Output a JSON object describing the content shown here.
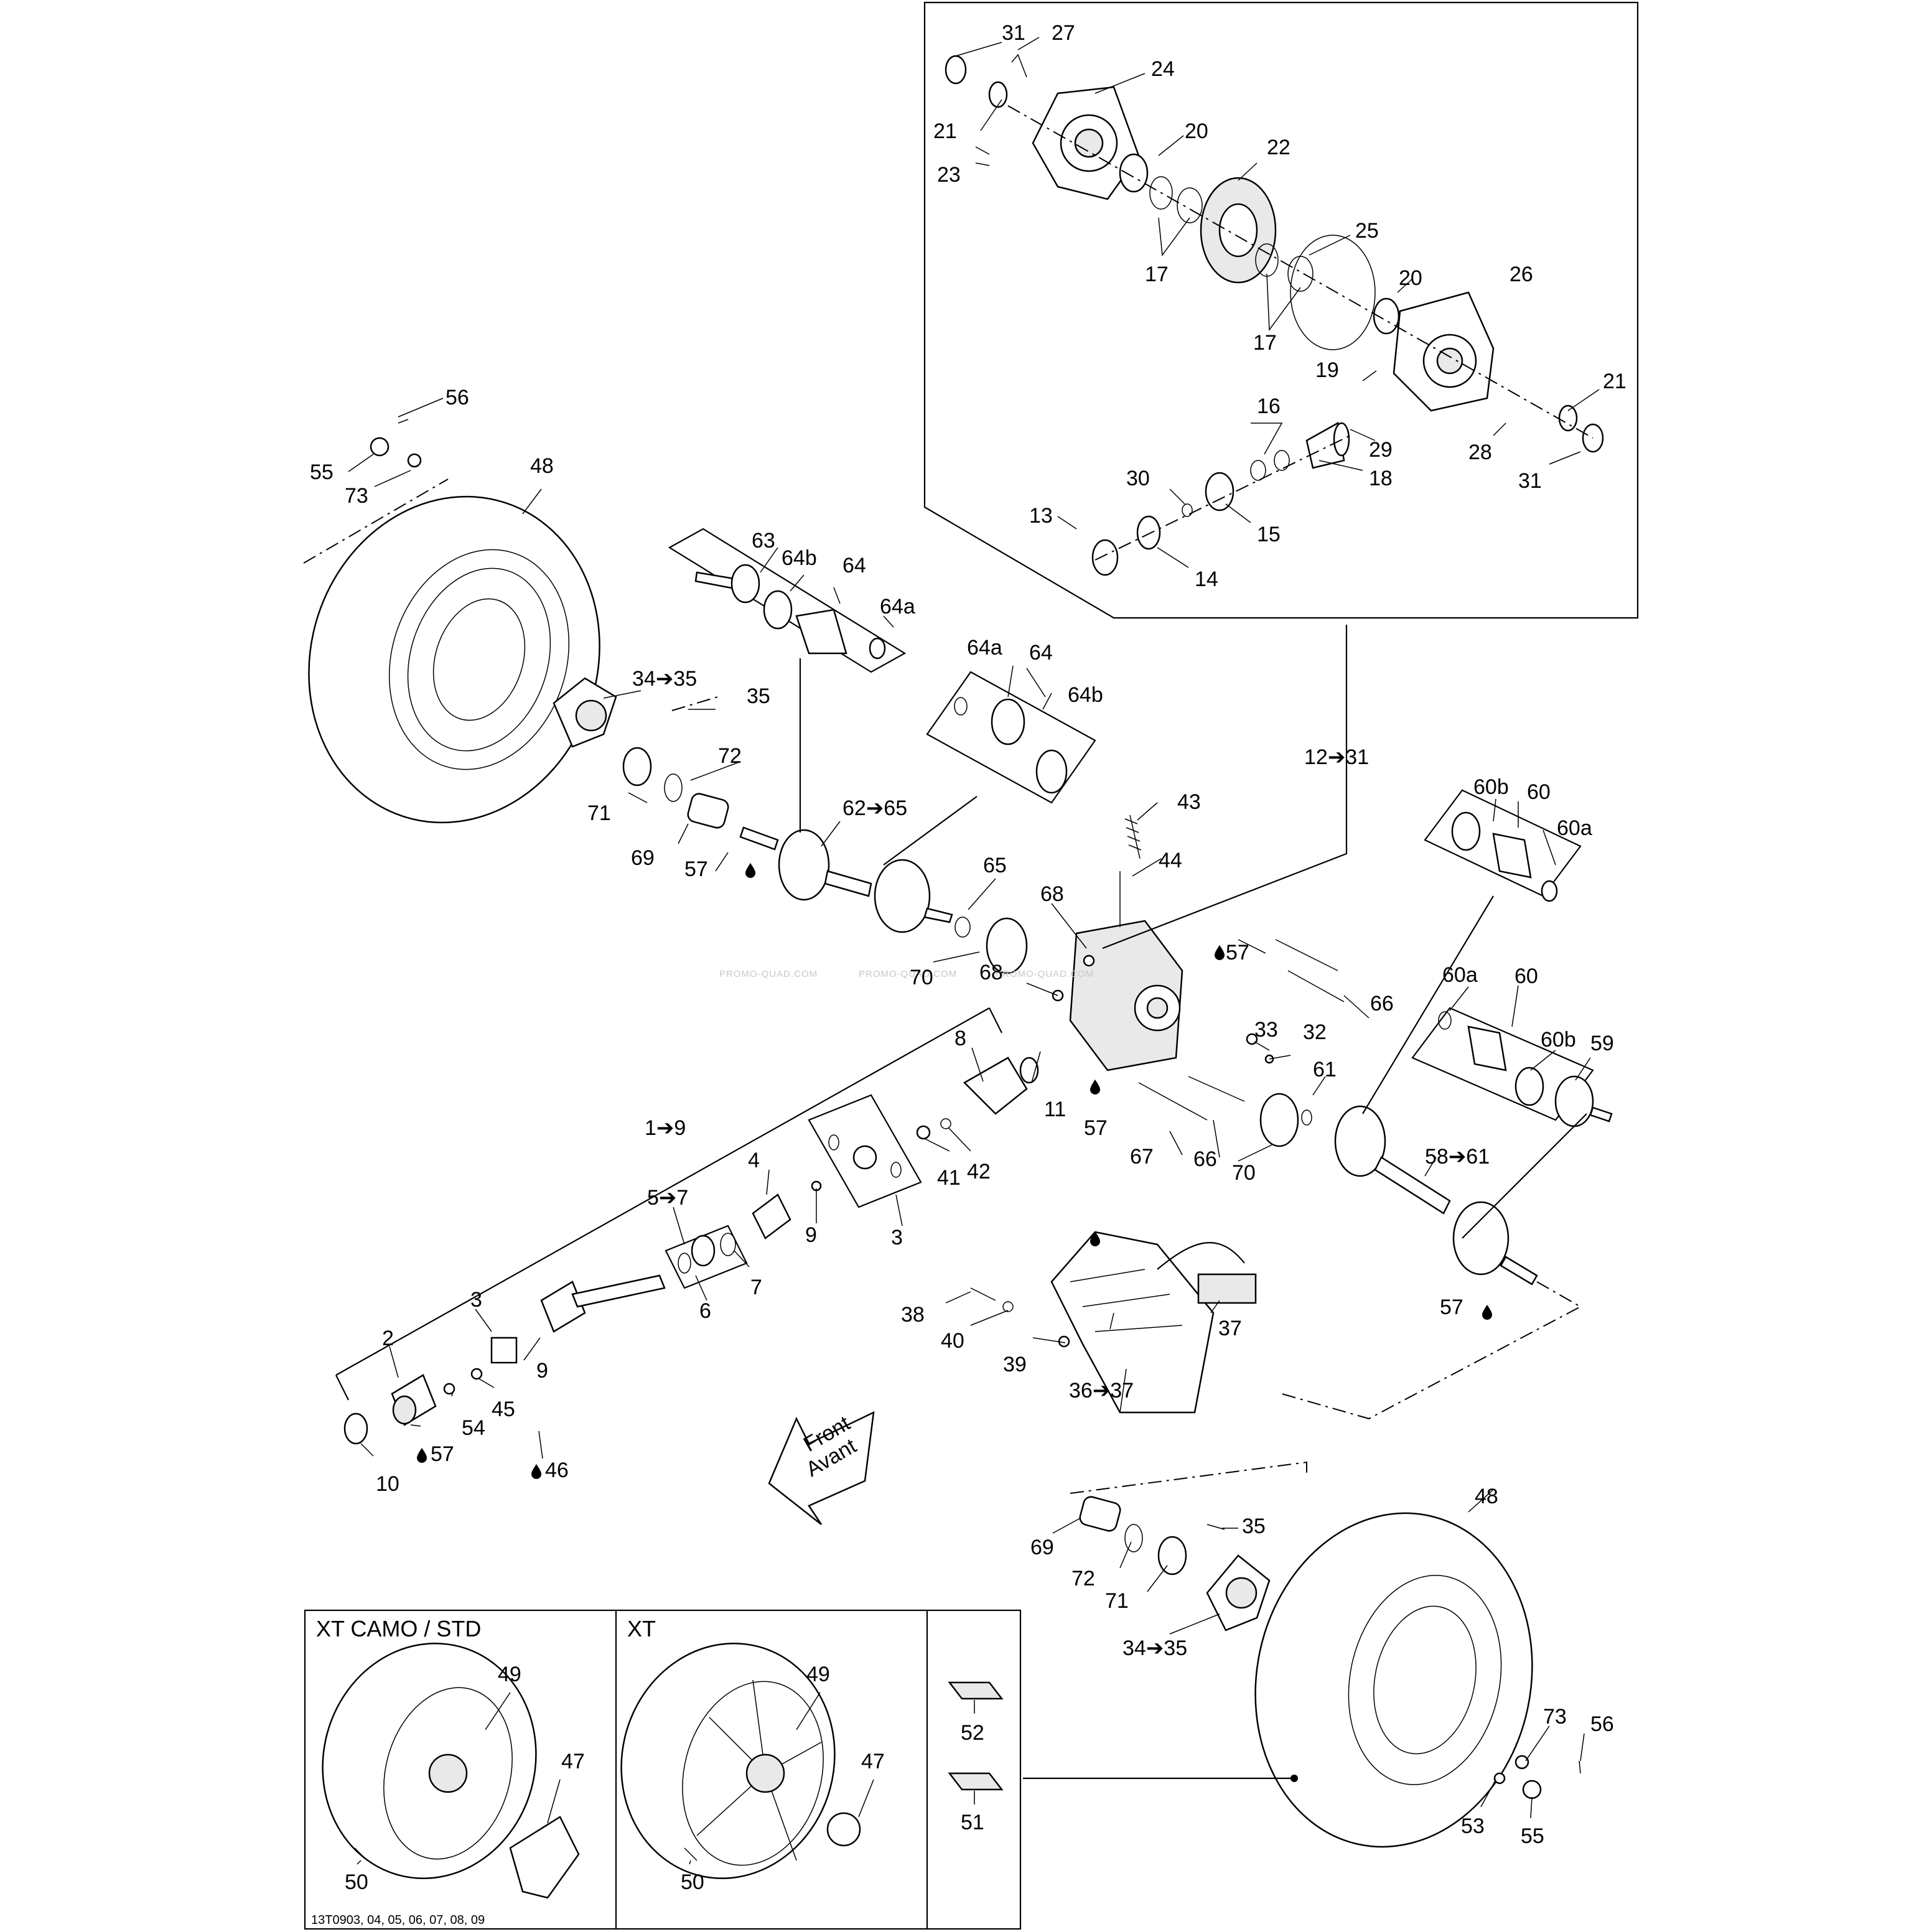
{
  "diagram": {
    "watermark": "PROMO-QUAD.COM",
    "figure_code": "13T0903, 04, 05, 06, 07, 08, 09",
    "direction_arrow": {
      "line1": "Front",
      "line2": "Avant"
    },
    "wheel_variants": [
      {
        "title": "XT CAMO / STD"
      },
      {
        "title": "XT"
      }
    ],
    "labels": {
      "l1": "31",
      "l2": "27",
      "l3": "24",
      "l4": "21",
      "l5": "20",
      "l6": "23",
      "l7": "22",
      "l8": "17",
      "l9": "25",
      "l10": "20",
      "l11": "26",
      "l12": "17",
      "l13": "19",
      "l14": "21",
      "l15": "16",
      "l16": "29",
      "l17": "28",
      "l18": "30",
      "l19": "18",
      "l20": "31",
      "l21": "13",
      "l22": "15",
      "l23": "14",
      "l24": "56",
      "l25": "55",
      "l26": "73",
      "l27": "48",
      "l28": "63",
      "l29": "64b",
      "l30": "64",
      "l31": "64a",
      "l32": "64a",
      "l33": "64",
      "l34": "64b",
      "l35": "34➔35",
      "l36": "35",
      "l37": "72",
      "l38": "71",
      "l39": "69",
      "l40": "57",
      "l41": "62➔65",
      "l42": "65",
      "l43": "70",
      "l44": "12➔31",
      "l45": "43",
      "l46": "44",
      "l47": "68",
      "l48": "68",
      "l49": "57",
      "l50": "66",
      "l51": "33",
      "l52": "32",
      "l53": "60b",
      "l54": "60",
      "l55": "60a",
      "l56": "60a",
      "l57": "60",
      "l58": "60b",
      "l59": "59",
      "l60": "61",
      "l61": "8",
      "l62": "11",
      "l63": "57",
      "l64": "67",
      "l65": "66",
      "l66": "70",
      "l67": "58➔61",
      "l68": "1➔9",
      "l69": "4",
      "l70": "5➔7",
      "l71": "41",
      "l72": "42",
      "l73": "9",
      "l74": "3",
      "l75": "6",
      "l76": "7",
      "l77": "3",
      "l78": "2",
      "l79": "9",
      "l80": "45",
      "l81": "54",
      "l82": "57",
      "l83": "46",
      "l84": "10",
      "l85": "38",
      "l86": "40",
      "l87": "39",
      "l88": "37",
      "l89": "36➔37",
      "l90": "57",
      "l91": "48",
      "l92": "35",
      "l93": "69",
      "l94": "72",
      "l95": "71",
      "l96": "34➔35",
      "l97": "73",
      "l98": "56",
      "l99": "53",
      "l100": "55",
      "l101": "49",
      "l102": "47",
      "l103": "50",
      "l104": "49",
      "l105": "47",
      "l106": "50",
      "l107": "52",
      "l108": "51"
    }
  }
}
